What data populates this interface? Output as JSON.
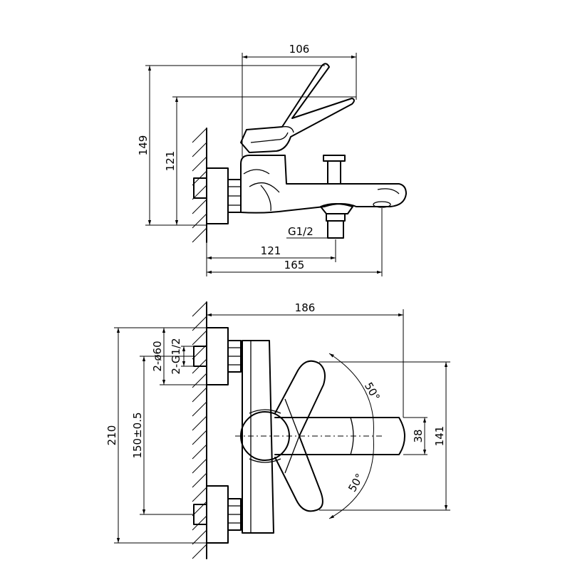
{
  "dimensions": {
    "top_width_106": "106",
    "top_height_149": "149",
    "top_height_121": "121",
    "thread_g12": "G1/2",
    "bottom_121": "121",
    "bottom_165": "165",
    "plan_width_186": "186",
    "plan_height_210": "210",
    "plan_2g12": "2-G1/2",
    "plan_2d60": "2-ø60",
    "plan_150": "150±0.5",
    "plan_38": "38",
    "plan_141": "141",
    "angle_upper": "50°",
    "angle_lower": "50°"
  }
}
